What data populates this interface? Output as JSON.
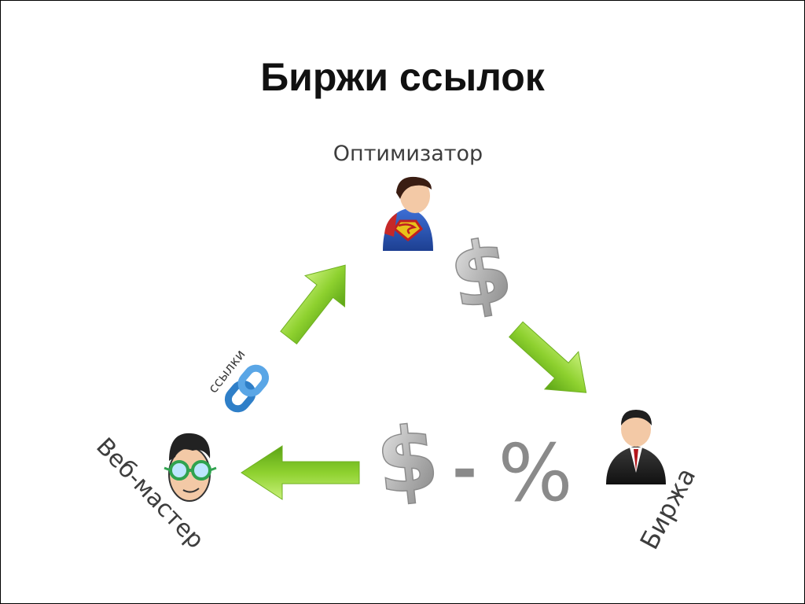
{
  "slide": {
    "title": "Биржи ссылок"
  },
  "nodes": {
    "optimizer": {
      "label": "Оптимизатор",
      "icon": "superman-icon"
    },
    "exchange": {
      "label": "Биржа",
      "icon": "businessman-icon"
    },
    "webmaster": {
      "label": "Веб-мастер",
      "icon": "webmaster-icon"
    }
  },
  "edges": {
    "links": {
      "label": "ссылки",
      "icon": "chain-link-icon"
    },
    "money_top": {
      "icon": "dollar-icon"
    },
    "money_bottom": {
      "dollar_icon": "dollar-icon",
      "minus": "-",
      "percent": "%"
    }
  },
  "colors": {
    "arrow": "#8ed12f",
    "arrow_dark": "#5aa315",
    "link_blue": "#2f7fc8",
    "dollar_gray": "#a8a8a8",
    "percent_gray": "#8a8a8a"
  }
}
